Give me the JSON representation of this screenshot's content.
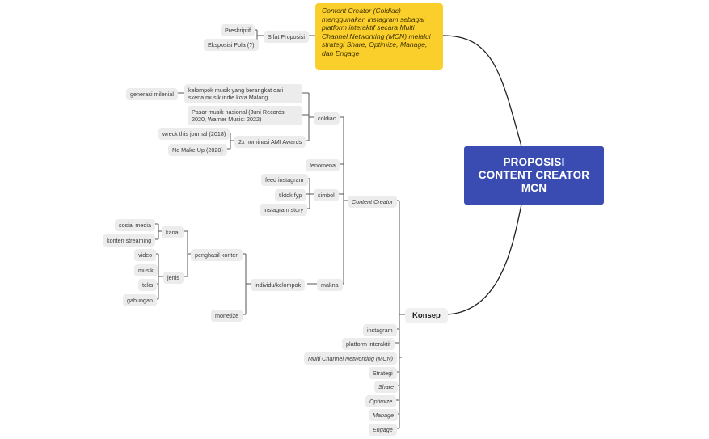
{
  "root": {
    "line1": "PROPOSISI",
    "line2": "CONTENT CREATOR",
    "line3": "MCN"
  },
  "note": {
    "text": "Content Creator (Coldiac) menggunakan instagram sebagai platform interaktif secara  Multi Channel Networking (MCN) melalui strategi Share, Optimize, Manage, dan Engage",
    "color": "#fbcf2b"
  },
  "sifat": {
    "label": "Sifat Proposisi",
    "items": [
      "Preskriptif",
      "Eksposisi Pola (?)"
    ]
  },
  "konsep": {
    "label": "Konsep",
    "children": [
      "Content Creator",
      "instagram",
      "platform interaktif",
      "Multi Channel Networking (MCN)",
      "Strategi",
      "Share",
      "Optimize",
      "Manage",
      "Engage"
    ]
  },
  "content_creator": {
    "coldiac": "coldiac",
    "fenomena": "fenomena",
    "simbol": "simbol",
    "makna": "makna"
  },
  "coldiac_children": {
    "kelompok": "kelompok musik yang berangkat dari skena musik indie kota Malang.",
    "generasi": "generasi milenial",
    "pasar": "Pasar musik nasional (Juni Records: 2020, Warner Music: 2022)",
    "nominasi": "2x nominasi AMI Awards",
    "wreck": "wreck this journal (2018)",
    "nomakeup": "No Make Up (2020)"
  },
  "simbol_children": [
    "feed instagram",
    "tiktok fyp",
    "instagram story"
  ],
  "makna_children": {
    "individu": "individu/kelompok",
    "penghasil": "penghasil konten",
    "monetize": "monetize",
    "kanal": "kanal",
    "kanal_items": [
      "sosial media",
      "konten streaming"
    ],
    "jenis": "jenis",
    "jenis_items": [
      "video",
      "musik",
      "teks",
      "gabungan"
    ]
  },
  "colors": {
    "root": "#3a4cb1",
    "note": "#fbcf2b",
    "node": "#ececec",
    "line": "#555555"
  }
}
